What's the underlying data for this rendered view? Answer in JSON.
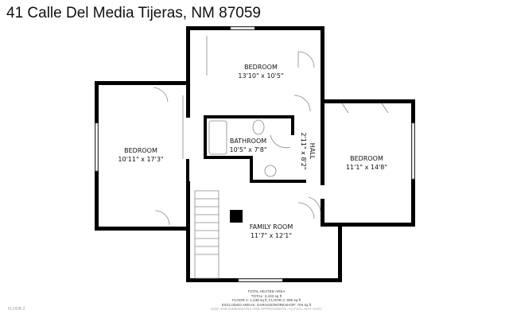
{
  "title": "41 Calle Del Media Tijeras, NM 87059",
  "rooms": [
    {
      "name": "BEDROOM",
      "dims": "13'10\" x 10'5\""
    },
    {
      "name": "BEDROOM",
      "dims": "10'11\" x 17'3\""
    },
    {
      "name": "BATHROOM",
      "dims": "10'5\" x 7'8\""
    },
    {
      "name": "HALL",
      "dims": "2'11\" x 8'2\""
    },
    {
      "name": "BEDROOM",
      "dims": "11'1\" x 14'8\""
    },
    {
      "name": "FAMILY ROOM",
      "dims": "11'7\" x 12'1\""
    }
  ],
  "footer": {
    "heading": "TOTAL HEATED AREA",
    "total": "TOTAL: 2,433 sq ft",
    "floors": "FLOOR 1: 1,438 sq ft, FLOOR 2: 995 sq ft",
    "excluded": "EXCLUDED AREAS: GARAGE/WORKSHOP: 704 sq ft",
    "disclaimer": "SIZE AND DIMENSIONS ARE APPROXIMATE, ACTUAL MAY VARY"
  },
  "floor_label": "FLOOR 2",
  "colors": {
    "wall": "#000000",
    "fixture": "#888888"
  }
}
